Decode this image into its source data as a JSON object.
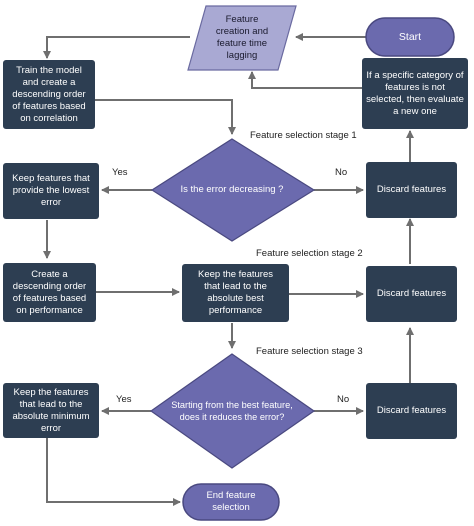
{
  "nodes": {
    "start": "Start",
    "feature_creation": "Feature\ncreation and\nfeature time\nlagging",
    "train_model": "Train the model\nand create a\ndescending order\nof features based\non correlation",
    "category_note": "If a specific category of\nfeatures is not\nselected, then evaluate\na new one",
    "decision_1": "Is the error decreasing ?",
    "keep_lowest": "Keep features that\nprovide the lowest\nerror",
    "discard_1": "Discard features",
    "create_order": "Create a\ndescending order\nof features based\non performance",
    "keep_best": "Keep the features\nthat lead to the\nabsolute best\nperformance",
    "discard_2": "Discard features",
    "decision_3": "Starting from the best feature,\ndoes it reduces the error?",
    "keep_minimum": "Keep the features\nthat lead to the\nabsolute minimum\nerror",
    "discard_3": "Discard features",
    "end": "End feature\nselection"
  },
  "labels": {
    "stage_1": "Feature selection stage 1",
    "stage_2": "Feature selection stage 2",
    "stage_3": "Feature selection stage 3",
    "yes_1": "Yes",
    "no_1": "No",
    "yes_3": "Yes",
    "no_3": "No"
  },
  "colors": {
    "process_fill": "#2d3e52",
    "decision_fill": "#6b6aae",
    "decision_stroke": "#4a4980",
    "io_fill": "#a9a9d3",
    "terminal_fill": "#6b6aae",
    "arrow": "#6f6f6f"
  }
}
